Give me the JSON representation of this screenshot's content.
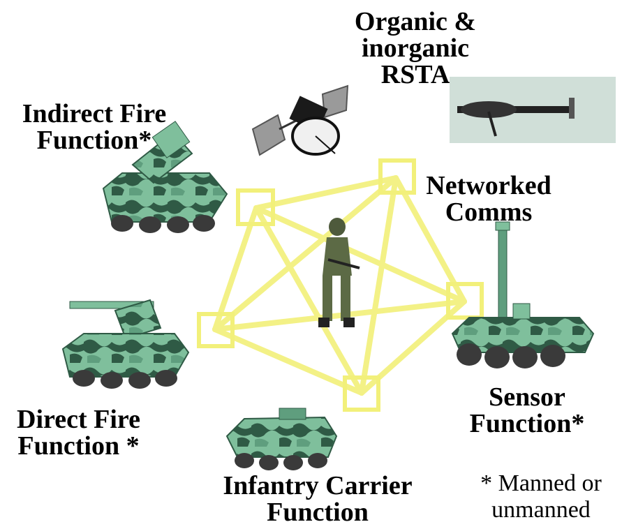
{
  "labels": {
    "rsta": [
      "Organic &",
      "inorganic",
      "RSTA"
    ],
    "indirect_fire": [
      "Indirect Fire",
      "Function*"
    ],
    "networked_comms": [
      "Networked",
      "Comms"
    ],
    "direct_fire": [
      "Direct Fire",
      "Function *"
    ],
    "sensor": [
      "Sensor",
      "Function*"
    ],
    "infantry_carrier": [
      "Infantry Carrier",
      "Function"
    ],
    "footnote": [
      "* Manned or",
      "unmanned"
    ]
  },
  "colors": {
    "network": "#f2f07a",
    "camo_light": "#7fbf9c",
    "camo_mid": "#5f9e7e",
    "camo_dark": "#2f5a45",
    "wheel": "#3a3a3a",
    "sky_photo": "#d9e6e0"
  },
  "icons": [
    "satellite-icon",
    "uav-photo-icon",
    "rocket-launcher-vehicle-icon",
    "direct-fire-vehicle-icon",
    "infantry-carrier-vehicle-icon",
    "sensor-mast-vehicle-icon",
    "soldier-icon"
  ]
}
